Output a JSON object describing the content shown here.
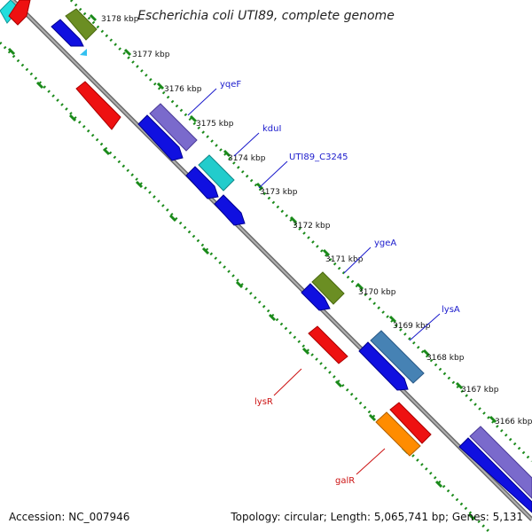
{
  "title": "Escherichia coli UTI89, complete genome",
  "footer": {
    "accession": "Accession: NC_007946",
    "summary": "Topology: circular; Length: 5,065,741 bp; Genes: 5,131"
  },
  "ticks": [
    "3178 kbp",
    "3177 kbp",
    "3176 kbp",
    "3175 kbp",
    "3174 kbp",
    "3173 kbp",
    "3172 kbp",
    "3171 kbp",
    "3170 kbp",
    "3169 kbp",
    "3168 kbp",
    "3167 kbp",
    "3166 kbp"
  ],
  "gene_labels": {
    "yqeF": "yqeF",
    "kduI": "kduI",
    "UTI89_C3245": "UTI89_C3245",
    "ygeA": "ygeA",
    "lysA": "lysA",
    "lysR": "lysR",
    "galR": "galR"
  },
  "colors": {
    "backbone": "#888888",
    "tick_dots": "#1a8a1a",
    "label_blue": "#1a1acc",
    "label_red": "#cc1111",
    "cds_blue": "#1010e0",
    "red": "#ee1111",
    "green": "#6b8e23",
    "purple": "#7a6acc",
    "cyan": "#22cccc",
    "steel": "#4682b4",
    "orange": "#ff8c00"
  }
}
